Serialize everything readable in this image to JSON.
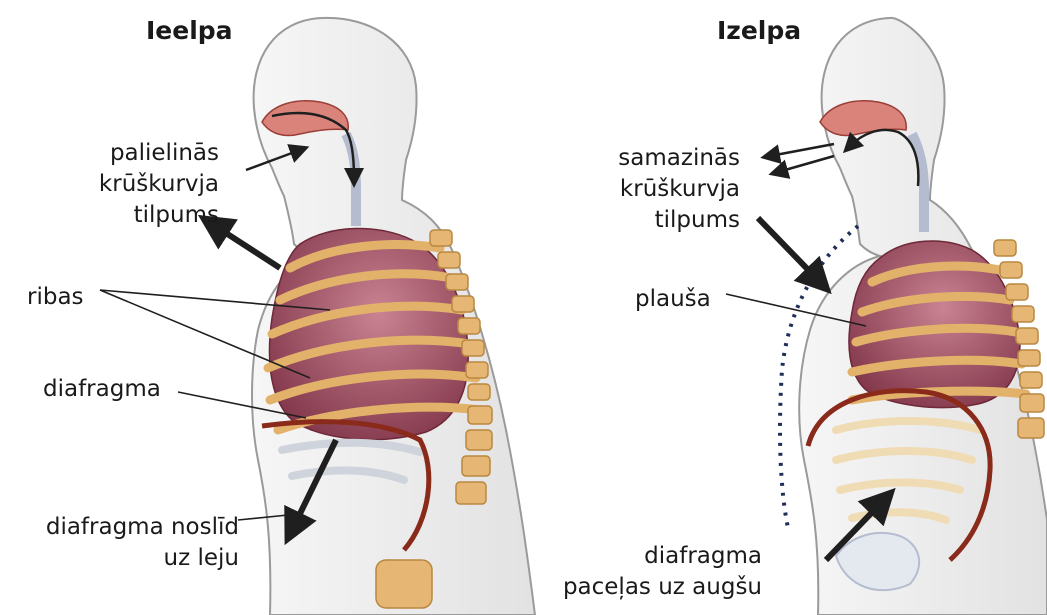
{
  "left_panel": {
    "title": "Ieelpa",
    "volume_change": [
      "palielinās",
      "krūškurvja",
      "tilpums"
    ],
    "ribs_label": "ribas",
    "diaphragm_label": "diafragma",
    "diaphragm_motion": [
      "diafragma noslīd",
      "uz leju"
    ]
  },
  "right_panel": {
    "title": "Izelpa",
    "volume_change": [
      "samazinās",
      "krūškurvja",
      "tilpums"
    ],
    "lung_label": "plauša",
    "diaphragm_motion": [
      "diafragma",
      "paceļas uz augšu"
    ]
  },
  "colors": {
    "body_fill": "#ebebeb",
    "lung_fill": "#9c4e5e",
    "rib_color": "#e3b26a",
    "diaphragm_color": "#8a2a1a",
    "airway_color": "#d47a72",
    "arrow_color": "#1f1f1f",
    "dotted_outline": "#1f2f5a"
  }
}
